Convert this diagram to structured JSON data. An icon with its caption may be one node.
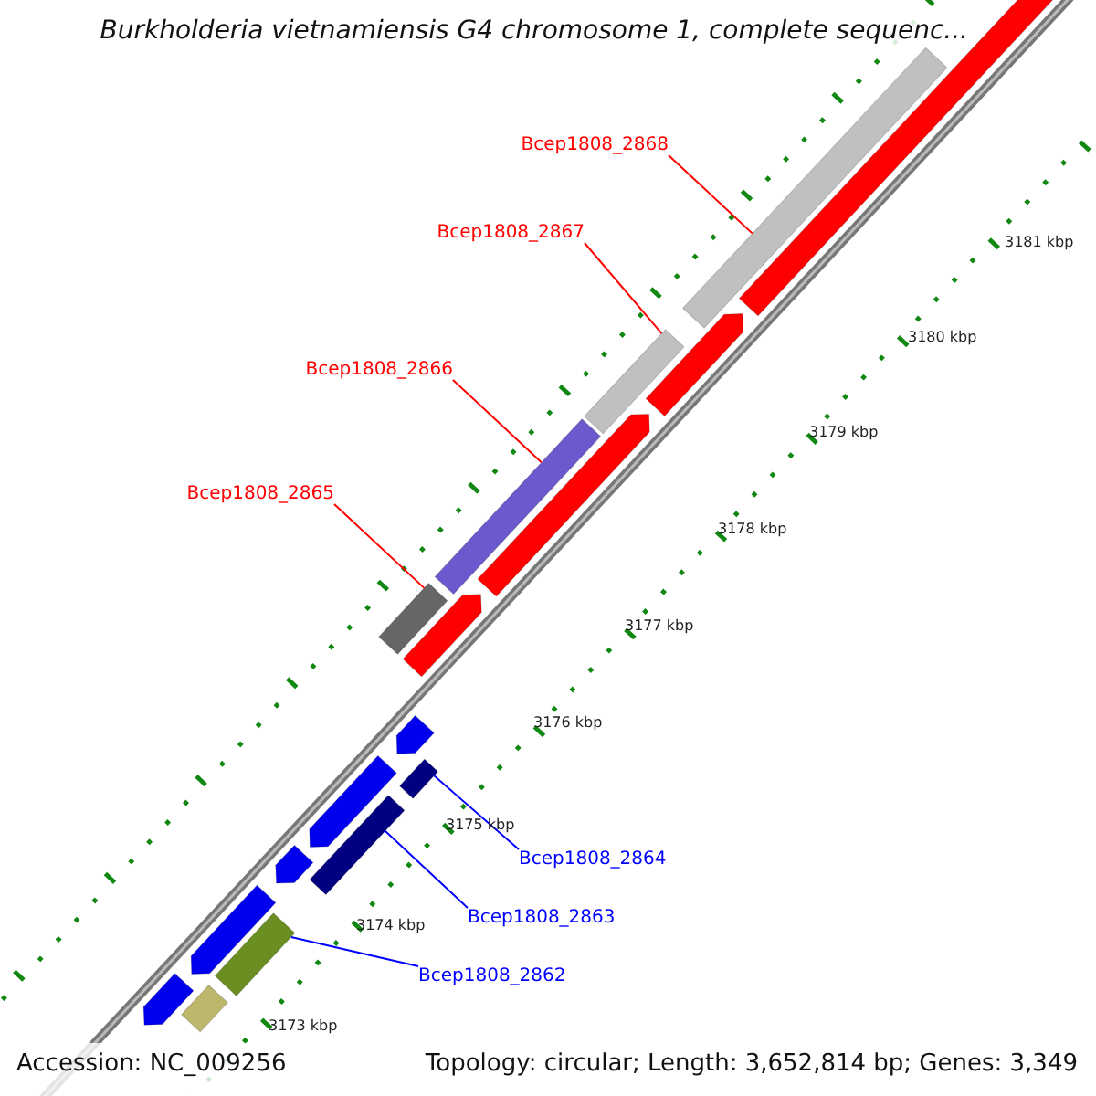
{
  "diagram": {
    "title": "Burkholderia vietnamiensis G4 chromosome 1, complete sequenc...",
    "nodes": [
      {
        "text": [
          "Bcep1808_2868"
        ]
      },
      {
        "text": [
          "Bcep1808_2867"
        ]
      },
      {
        "text": [
          "Bcep1808_2866"
        ]
      },
      {
        "text": [
          "Bcep1808_2865"
        ]
      },
      {
        "text": [
          "Bcep1808_2864"
        ]
      },
      {
        "text": [
          "Bcep1808_2863"
        ]
      },
      {
        "text": [
          "Bcep1808_2862"
        ]
      },
      {
        "text": [],
        "shape": "bar"
      },
      {
        "text": [],
        "shape": "bar"
      },
      {
        "text": [],
        "shape": "bar"
      },
      {
        "text": [],
        "shape": "bar"
      },
      {
        "text": [],
        "shape": "bar"
      },
      {
        "text": [],
        "shape": "bar"
      },
      {
        "text": [],
        "shape": "bar"
      },
      {
        "text": [],
        "shape": "arrow"
      },
      {
        "text": [],
        "shape": "arrow"
      },
      {
        "text": [],
        "shape": "arrow"
      },
      {
        "text": [],
        "shape": "arrow"
      },
      {
        "text": [],
        "shape": "arrow"
      },
      {
        "text": [],
        "shape": "arrow"
      },
      {
        "text": [],
        "shape": "arrow"
      },
      {
        "text": [],
        "shape": "arrow"
      },
      {
        "text": [],
        "shape": "arrow"
      },
      {
        "text": [],
        "shape": "bar"
      }
    ],
    "edges": [
      {
        "from": 0,
        "to": 7,
        "arrow": "none"
      },
      {
        "from": 1,
        "to": 8,
        "arrow": "none"
      },
      {
        "from": 2,
        "to": 9,
        "arrow": "none"
      },
      {
        "from": 3,
        "to": 10,
        "arrow": "none"
      },
      {
        "from": 4,
        "to": 11,
        "arrow": "none",
        "color": "#0000ff"
      },
      {
        "from": 5,
        "to": 12,
        "arrow": "none",
        "color": "#0000ff"
      },
      {
        "from": 6,
        "to": 13,
        "arrow": "none",
        "color": "#0000ff"
      }
    ],
    "labels": [
      "3181 kbp",
      "3180 kbp",
      "3179 kbp",
      "3178 kbp",
      "3177 kbp",
      "3176 kbp",
      "3175 kbp",
      "3174 kbp",
      "3173 kbp",
      "Accession: NC_009256",
      "Topology: circular; Length: 3,652,814 bp; Genes: 3,349"
    ]
  }
}
